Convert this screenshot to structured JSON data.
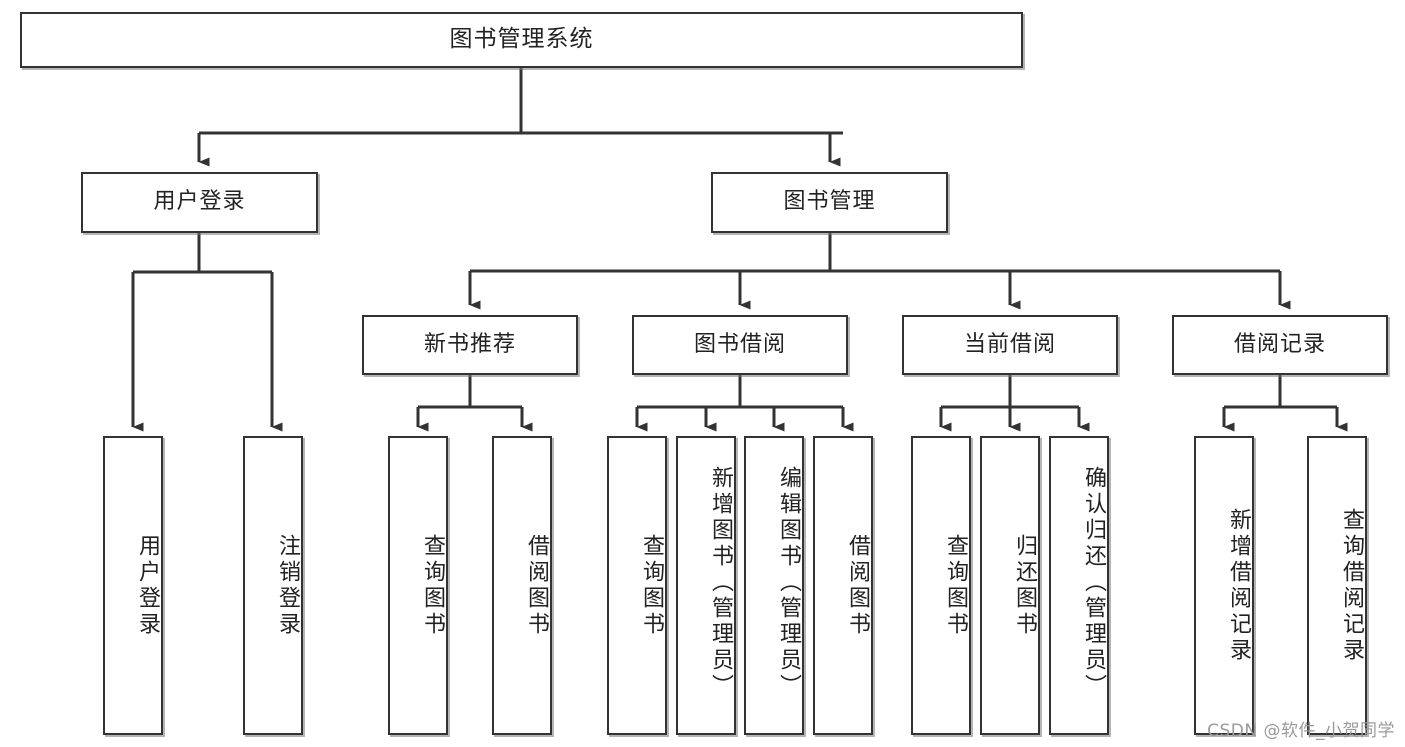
{
  "diagram": {
    "type": "tree",
    "title": "图书管理系统",
    "watermark": "CSDN @软件_小贺同学",
    "colors": {
      "box_border": "#333333",
      "box_fill": "#ffffff",
      "connector": "#333333",
      "text": "#222222",
      "watermark": "#9a9a9a"
    },
    "root": {
      "label": "图书管理系统"
    },
    "level2": [
      {
        "label": "用户登录"
      },
      {
        "label": "图书管理"
      }
    ],
    "level3": [
      {
        "label": "新书推荐"
      },
      {
        "label": "图书借阅"
      },
      {
        "label": "当前借阅"
      },
      {
        "label": "借阅记录"
      }
    ],
    "leaves": {
      "user_login": [
        {
          "label": "用户登录"
        },
        {
          "label": "注销登录"
        }
      ],
      "new_book_recommend": [
        {
          "label": "查询图书"
        },
        {
          "label": "借阅图书"
        }
      ],
      "book_borrow": [
        {
          "label": "查询图书"
        },
        {
          "label": "新增图书（管理员）"
        },
        {
          "label": "编辑图书（管理员）"
        },
        {
          "label": "借阅图书"
        }
      ],
      "current_borrow": [
        {
          "label": "查询图书"
        },
        {
          "label": "归还图书"
        },
        {
          "label": "确认归还（管理员）"
        }
      ],
      "borrow_record": [
        {
          "label": "新增借阅记录"
        },
        {
          "label": "查询借阅记录"
        }
      ]
    }
  }
}
